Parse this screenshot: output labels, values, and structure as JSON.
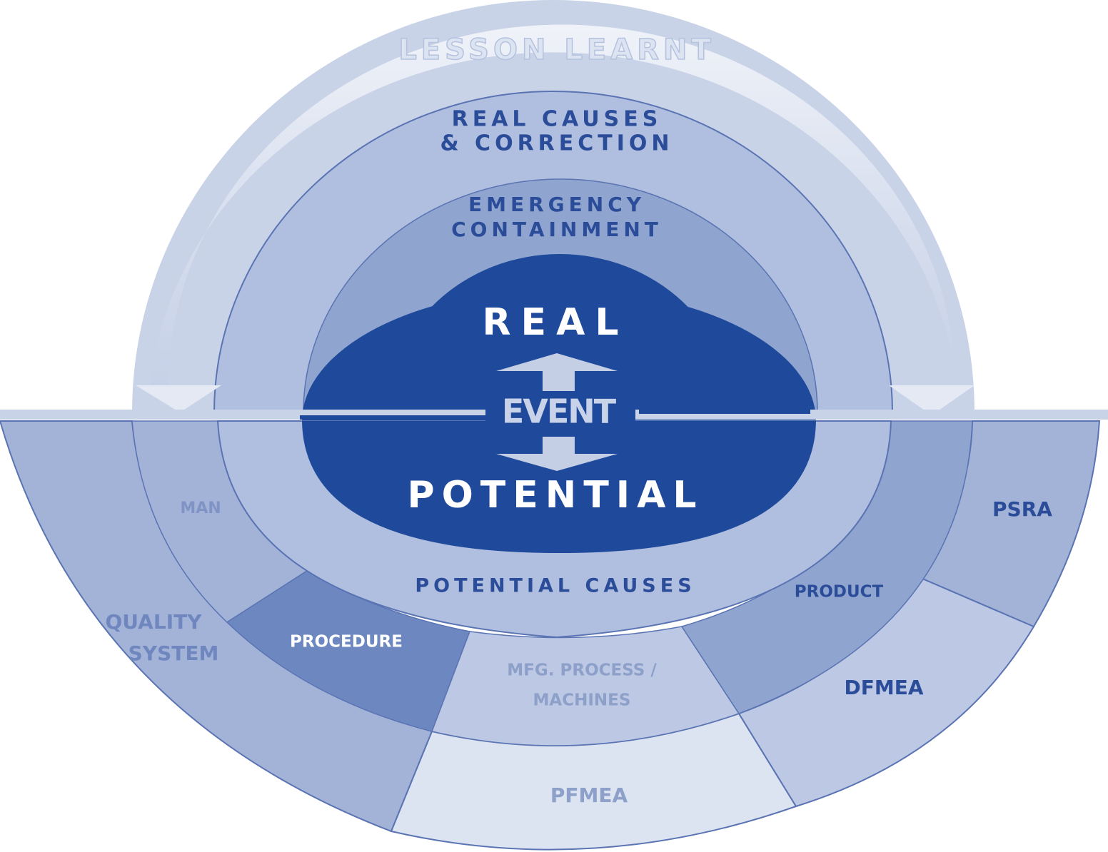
{
  "labels": {
    "lesson_learnt": "LESSON LEARNT",
    "real_causes_line1": "REAL CAUSES",
    "real_causes_line2": "& CORRECTION",
    "emergency_line1": "EMERGENCY",
    "emergency_line2": "CONTAINMENT",
    "real": "REAL",
    "event": "EVENT",
    "potential": "POTENTIAL",
    "potential_causes": "POTENTIAL CAUSES",
    "man": "MAN",
    "procedure": "PROCEDURE",
    "mfg_line1": "MFG. PROCESS /",
    "mfg_line2": "MACHINES",
    "product": "PRODUCT",
    "quality_line1": "QUALITY",
    "quality_line2": "SYSTEM",
    "pfmea": "PFMEA",
    "dfmea": "DFMEA",
    "psra": "PSRA"
  },
  "colors": {
    "outer_band": "#c9d3e8",
    "middle_ring": "#b0bfdf",
    "inner_ring": "#8fa5cf",
    "core": "#1f4a9b",
    "text_dark": "#2b4c99",
    "text_light": "#ffffff",
    "text_faded": "#8da0c9"
  }
}
